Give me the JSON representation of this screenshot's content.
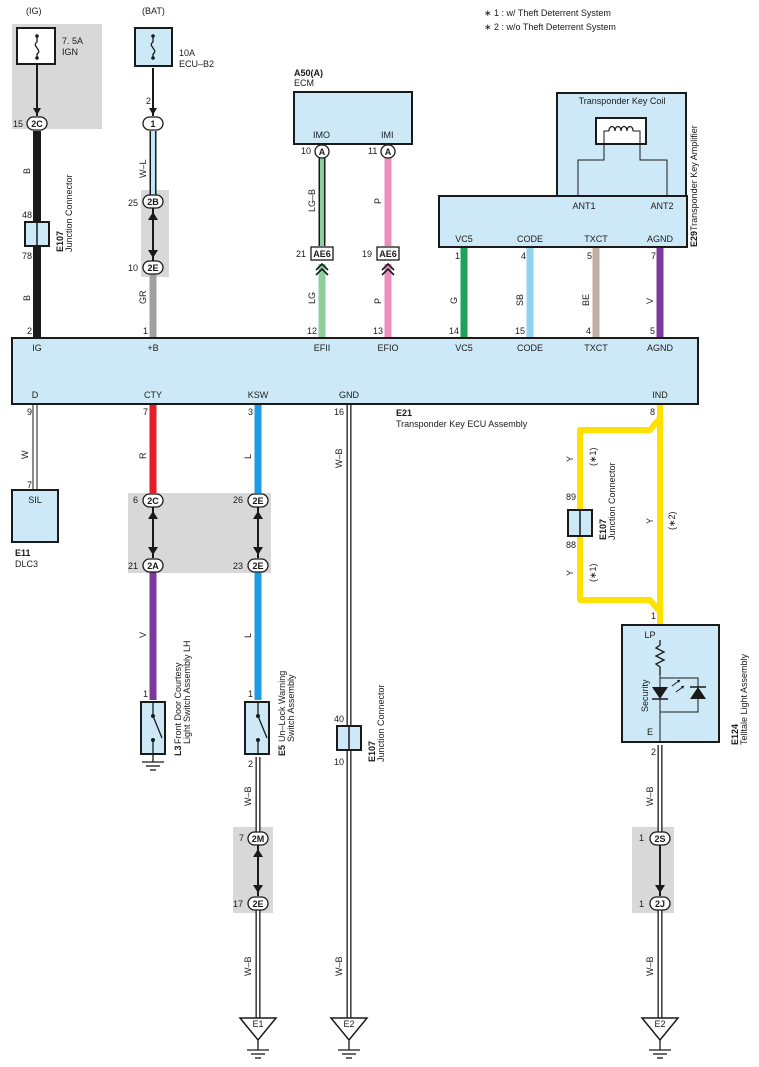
{
  "notes": {
    "n1": "∗ 1 : w/ Theft Deterrent System",
    "n2": "∗ 2 : w/o Theft Deterrent System"
  },
  "sources": {
    "ig_label": "(IG)",
    "bat_label": "(BAT)",
    "fuse_ig_amp": "7. 5A",
    "fuse_ig_name": "IGN",
    "fuse_bat_amp": "10A",
    "fuse_bat_name": "ECU–B2"
  },
  "ecm": {
    "code": "A50(A)",
    "name": "ECM",
    "imo": "IMO",
    "imi": "IMI",
    "pin_imo": "10",
    "pin_imi": "11",
    "conn": "A"
  },
  "amplifier": {
    "code": "E29",
    "name": "Transponder Key Amplifier",
    "coil": "Transponder Key Coil",
    "ant1": "ANT1",
    "ant2": "ANT2",
    "terminals": [
      "VC5",
      "CODE",
      "TXCT",
      "AGND"
    ],
    "pins": [
      "1",
      "4",
      "5",
      "7"
    ]
  },
  "ecu": {
    "code": "E21",
    "name": "Transponder Key ECU Assembly",
    "top_terminals": [
      "IG",
      "+B",
      "EFII",
      "EFIO",
      "VC5",
      "CODE",
      "TXCT",
      "AGND"
    ],
    "top_pins": [
      "2",
      "1",
      "12",
      "13",
      "14",
      "15",
      "4",
      "5"
    ],
    "bottom_terminals": [
      "D",
      "CTY",
      "KSW",
      "GND",
      "IND"
    ],
    "bottom_pins": [
      "9",
      "7",
      "3",
      "16",
      "8"
    ]
  },
  "wires": {
    "ig_top": "B",
    "ig_bottom": "B",
    "bat_top": "W–L",
    "bat_bottom": "GR",
    "imo_top": "LG–B",
    "imo_bottom": "LG",
    "imi_top": "P",
    "imi_bottom": "P",
    "vc5": "G",
    "code": "SB",
    "txct": "BE",
    "agnd": "V",
    "d": "W",
    "cty_top": "R",
    "cty_bottom": "V",
    "ksw_top": "L",
    "ksw_bottom": "L",
    "gnd": "W–B",
    "ind_1": "Y",
    "ind_1_note": "(∗1)",
    "ind_2": "Y",
    "ind_2_note": "(∗2)",
    "e5_gnd": "W–B",
    "e5_gnd2": "W–B",
    "e124_gnd": "W–B",
    "e124_gnd2": "W–B"
  },
  "connectors": {
    "c_2c_top": "2C",
    "c_2c_top_pin": "15",
    "c_1": "1",
    "c_1_pin": "2",
    "c_2b": "2B",
    "c_2b_pin": "25",
    "c_2e_bat": "2E",
    "c_2e_bat_pin": "10",
    "ae6": "AE6",
    "ae6_pin_a": "21",
    "ae6_pin_b": "19",
    "c_2c_mid": "2C",
    "c_2c_mid_pin": "6",
    "c_2a": "2A",
    "c_2a_pin": "21",
    "c_2e_ksw_top": "2E",
    "c_2e_ksw_top_pin": "26",
    "c_2e_ksw_bot": "2E",
    "c_2e_ksw_bot_pin": "23",
    "c_2m": "2M",
    "c_2m_pin": "7",
    "c_2e_e5": "2E",
    "c_2e_e5_pin": "17",
    "c_2s": "2S",
    "c_2s_pin": "1",
    "c_2j": "2J",
    "c_2j_pin": "1"
  },
  "jc_ig": {
    "code": "E107",
    "name": "Junction Connector",
    "pin_top": "48",
    "pin_bottom": "78"
  },
  "jc_gnd": {
    "code": "E107",
    "name": "Junction Connector",
    "pin_top": "40",
    "pin_bottom": "10"
  },
  "jc_ind": {
    "code": "E107",
    "name": "Junction Connector",
    "pin_top": "89",
    "pin_bottom": "88"
  },
  "dlc3": {
    "code": "E11",
    "name": "DLC3",
    "terminal": "SIL",
    "pin": "7"
  },
  "l3": {
    "code": "L3",
    "name1": "Front Door Courtesy",
    "name2": "Light Switch Assembly LH",
    "pin": "1"
  },
  "e5": {
    "code": "E5",
    "name1": "Un–Lock Warning",
    "name2": "Switch Assembly",
    "pin_top": "1",
    "pin_bottom": "2"
  },
  "e124": {
    "code": "E124",
    "name": "Telltale Light Assembly",
    "lp": "LP",
    "security": "Security",
    "e": "E",
    "pin_top": "1",
    "pin_bottom": "2"
  },
  "grounds": {
    "e1": "E1",
    "e2a": "E2",
    "e2b": "E2"
  },
  "colors": {
    "black": "#1a1a1a",
    "white_blue": "#bfe8f7",
    "gray": "#a0a0a0",
    "light_green": "#8ccf9c",
    "pink": "#ea8fbe",
    "green": "#1fa35b",
    "sky_blue": "#8fd3ef",
    "beige": "#c4aea0",
    "violet": "#7b3a9c",
    "red": "#e31e26",
    "blue": "#1e9be3",
    "yellow": "#ffe100",
    "component": "#cde9f7",
    "shade": "#d8d8d8"
  }
}
